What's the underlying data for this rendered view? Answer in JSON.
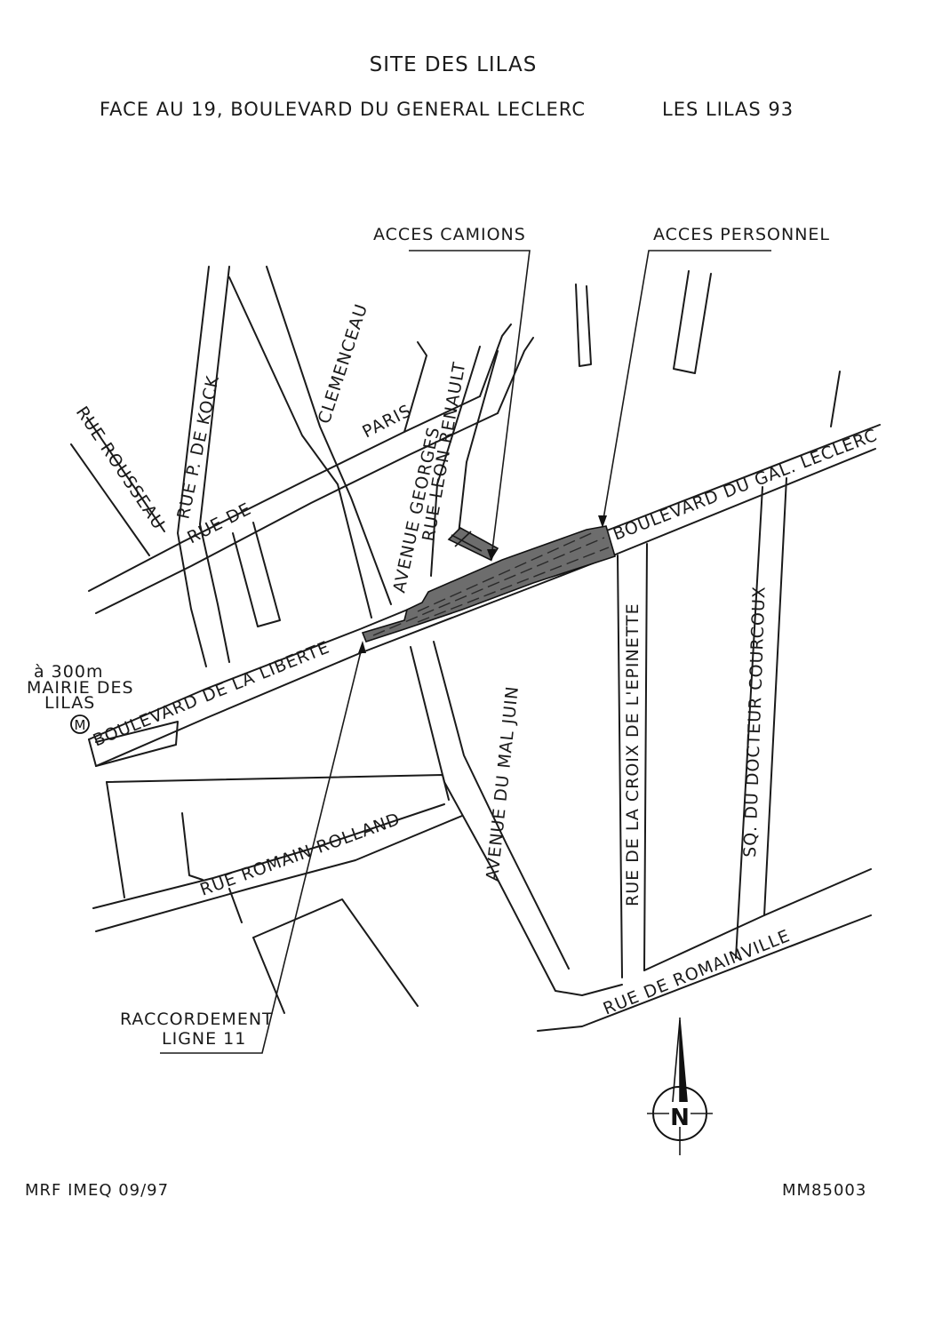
{
  "title": "SITE DES LILAS",
  "subtitle_address": "FACE AU 19, BOULEVARD DU GENERAL LECLERC",
  "subtitle_city": "LES LILAS 93",
  "callouts": {
    "truck_access": "ACCES CAMIONS",
    "staff_access": "ACCES PERSONNEL",
    "connection_line1": "RACCORDEMENT",
    "connection_line2": "LIGNE 11"
  },
  "metro": {
    "distance": "à 300m",
    "station_line1": "MAIRIE DES",
    "station_line2": "LILAS",
    "symbol": "M"
  },
  "streets": {
    "rue_rousseau": "RUE ROUSSEAU",
    "rue_p_de_kock": "RUE P. DE KOCK",
    "rue_de_paris_1": "RUE DE",
    "rue_de_paris_2": "PARIS",
    "avenue_georges_clemenceau_1": "AVENUE GEORGES",
    "avenue_georges_clemenceau_2": "CLEMENCEAU",
    "rue_leon_renault": "RUE LEON RENAULT",
    "boulevard_du_gal_leclerc": "BOULEVARD DU GAL. LECLERC",
    "boulevard_de_la_liberte": "BOULEVARD DE LA LIBERTE",
    "avenue_du_mal_juin": "AVENUE DU MAL JUIN",
    "rue_de_la_croix_de_l_epinette": "RUE DE LA CROIX DE L'EPINETTE",
    "sq_du_docteur_courcoux": "SQ. DU DOCTEUR COURCOUX",
    "rue_romain_rolland": "RUE ROMAIN ROLLAND",
    "rue_de_romainville": "RUE DE ROMAINVILLE"
  },
  "north_arrow": "N",
  "footer_left": "MRF IMEQ 09/97",
  "footer_right": "MM85003"
}
